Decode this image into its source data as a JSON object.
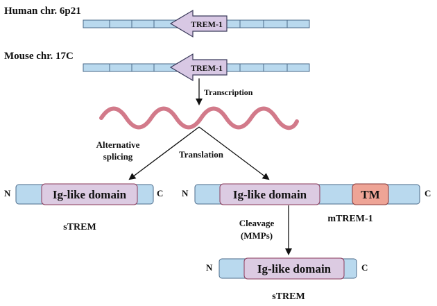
{
  "chromosomes": {
    "human_label": "Human chr. 6p21",
    "mouse_label": "Mouse chr. 17C",
    "gene_label": "TREM-1"
  },
  "process": {
    "transcription": "Transcription",
    "alternative_splicing_line1": "Alternative",
    "alternative_splicing_line2": "splicing",
    "translation": "Translation",
    "cleavage_line1": "Cleavage",
    "cleavage_line2": "(MMPs)"
  },
  "proteins": {
    "n_label": "N",
    "c_label": "C",
    "domain_label": "Ig-like domain",
    "tm_label": "TM",
    "strem_label": "sTREM",
    "mtrem_label": "mTREM-1"
  },
  "colors": {
    "chromosome_fill": "#b9d9ee",
    "gene_arrow_fill": "#d8c8e4",
    "mrna_color": "#d27a8a",
    "domain_fill": "#dccbe2",
    "tm_fill": "#eea496",
    "outline": "#4a6a8a"
  }
}
